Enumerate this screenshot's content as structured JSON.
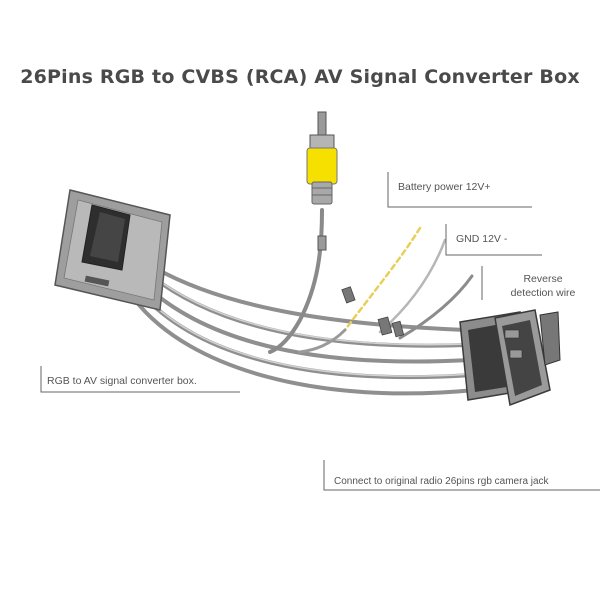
{
  "title": "26Pins RGB to CVBS (RCA) AV Signal Converter Box",
  "labels": {
    "battery_power": "Battery power 12V+",
    "gnd": "GND 12V -",
    "reverse_line1": "Reverse",
    "reverse_line2": "detection  wire",
    "converter_box": "RGB to AV signal converter box.",
    "connect_radio": "Connect to original radio 26pins rgb camera jack"
  },
  "colors": {
    "rca_connector": "#f5e000",
    "wire_yellow": "#e8cf5a",
    "cable_gray": "#8a8a8a",
    "box_dark": "#3a3a3a",
    "label_line": "#666666"
  }
}
